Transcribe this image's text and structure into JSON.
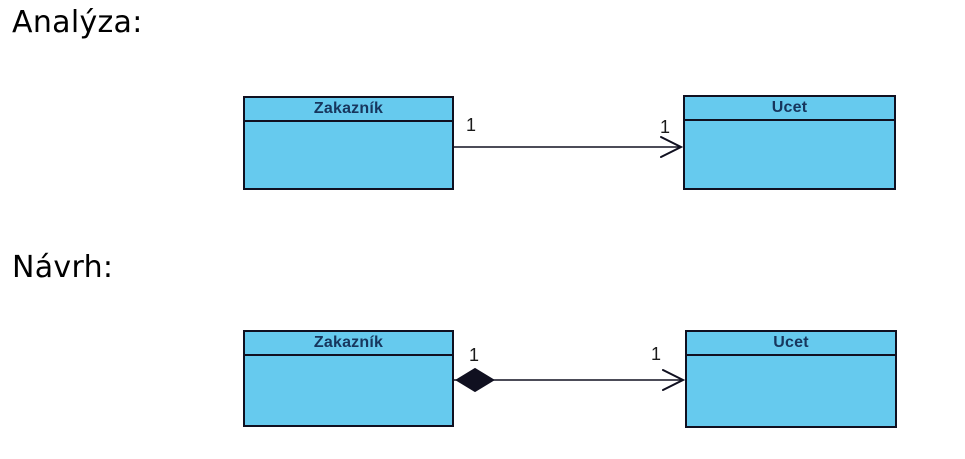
{
  "colors": {
    "page_background": "#FFFFFF",
    "section_title_text": "#000000",
    "class_fill": "#66CAEE",
    "class_border": "#101020",
    "class_title_text": "#17365D",
    "connector": "#101020"
  },
  "sections": [
    {
      "title": "Analýza:",
      "diagram": {
        "classes": [
          {
            "name": "Zakazník"
          },
          {
            "name": "Ucet"
          }
        ],
        "relationship": {
          "type": "directed association",
          "from": "Zakazník",
          "to": "Ucet",
          "from_multiplicity": "1",
          "to_multiplicity": "1"
        }
      }
    },
    {
      "title": "Návrh:",
      "diagram": {
        "classes": [
          {
            "name": "Zakazník"
          },
          {
            "name": "Ucet"
          }
        ],
        "relationship": {
          "type": "composition with directed association",
          "from": "Zakazník",
          "to": "Ucet",
          "from_multiplicity": "1",
          "to_multiplicity": "1"
        }
      }
    }
  ]
}
